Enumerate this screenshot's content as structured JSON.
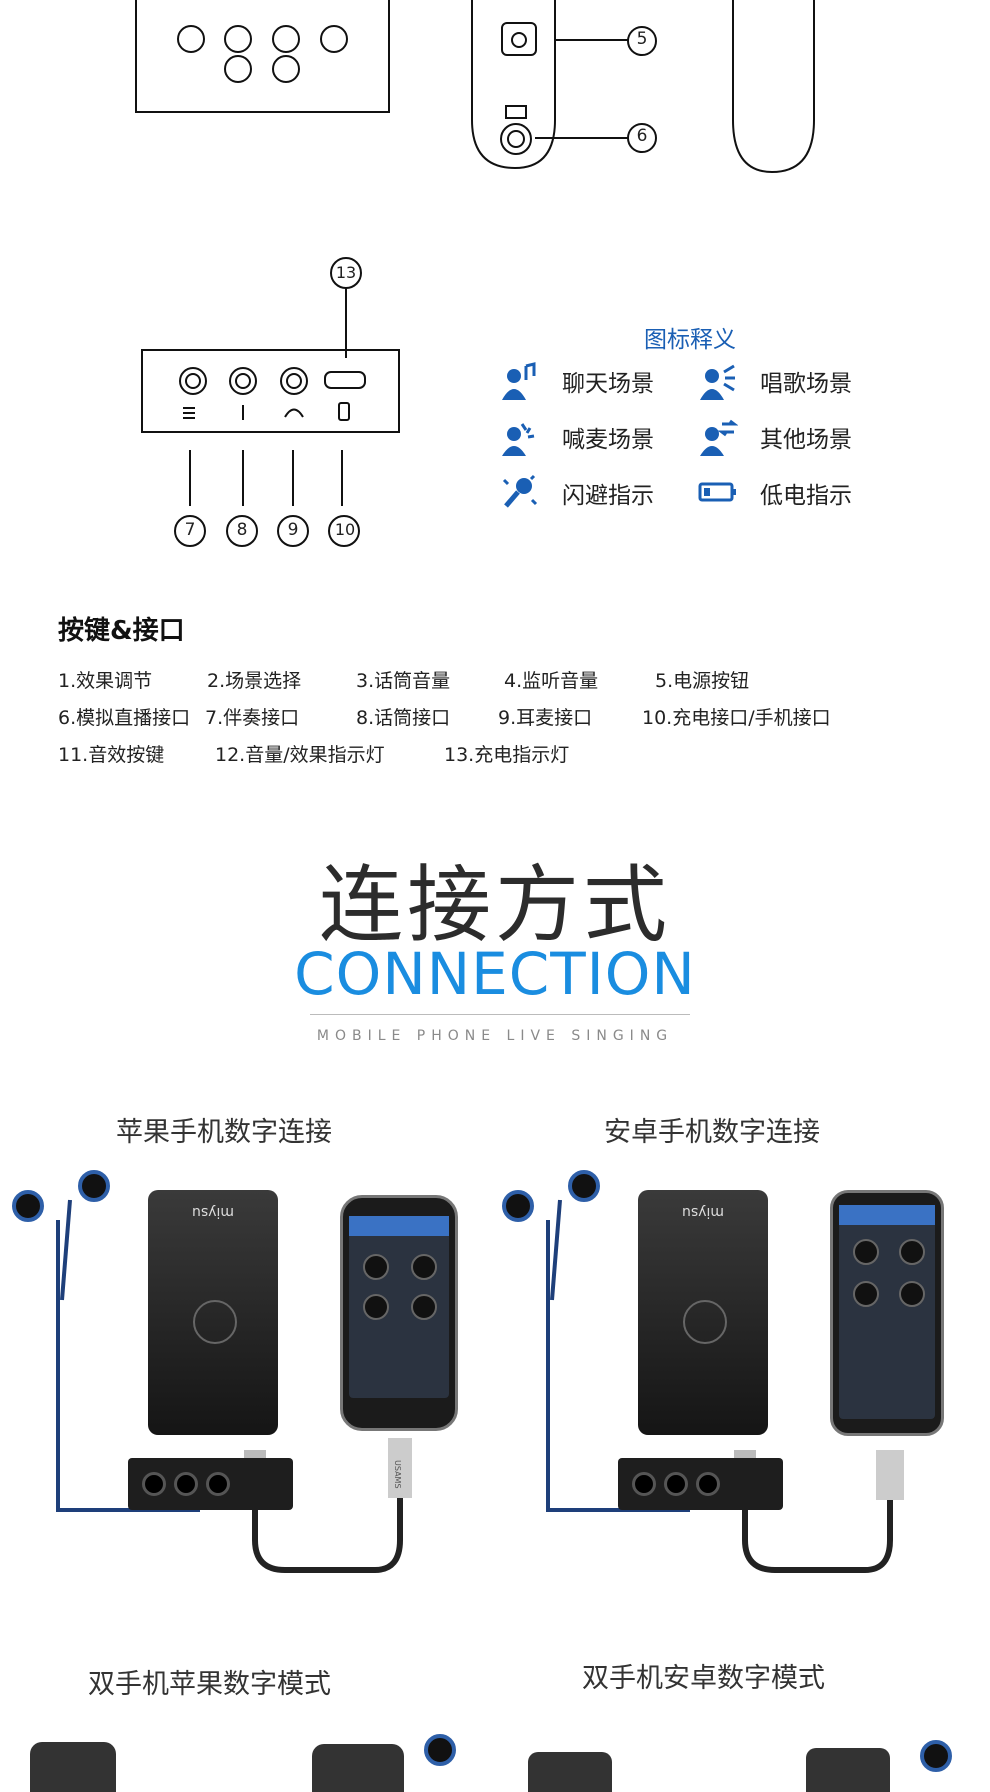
{
  "top_diagram": {
    "callouts": [
      "5",
      "6"
    ]
  },
  "port_diagram": {
    "callouts": [
      "13",
      "7",
      "8",
      "9",
      "10"
    ]
  },
  "legend": {
    "title": "图标释义",
    "items": [
      {
        "label": "聊天场景",
        "icon": "chat-scene-icon"
      },
      {
        "label": "唱歌场景",
        "icon": "sing-scene-icon"
      },
      {
        "label": "喊麦场景",
        "icon": "shout-scene-icon"
      },
      {
        "label": "其他场景",
        "icon": "other-scene-icon"
      },
      {
        "label": "闪避指示",
        "icon": "dodge-indicator-icon"
      },
      {
        "label": "低电指示",
        "icon": "low-battery-icon"
      }
    ],
    "accent": "#1a5fb4"
  },
  "keys_section": {
    "title": "按键&接口",
    "rows": [
      [
        "1.效果调节",
        "2.场景选择",
        "3.话筒音量",
        "4.监听音量",
        "5.电源按钮"
      ],
      [
        "6.模拟直播接口",
        "7.伴奏接口",
        "8.话筒接口",
        "9.耳麦接口",
        "10.充电接口/手机接口"
      ],
      [
        "11.音效按键",
        "12.音量/效果指示灯",
        "13.充电指示灯"
      ]
    ]
  },
  "connection": {
    "title_cn": "连接方式",
    "title_en": "CONNECTION",
    "subtitle": "MOBILE PHONE LIVE SINGING",
    "accent": "#1a8de0",
    "panels": [
      {
        "title": "苹果手机数字连接",
        "brand": "miysu"
      },
      {
        "title": "安卓手机数字连接",
        "brand": "miysu"
      }
    ],
    "lower_titles": [
      "双手机苹果数字模式",
      "双手机安卓数字模式"
    ],
    "cable_label": "USAMS"
  }
}
